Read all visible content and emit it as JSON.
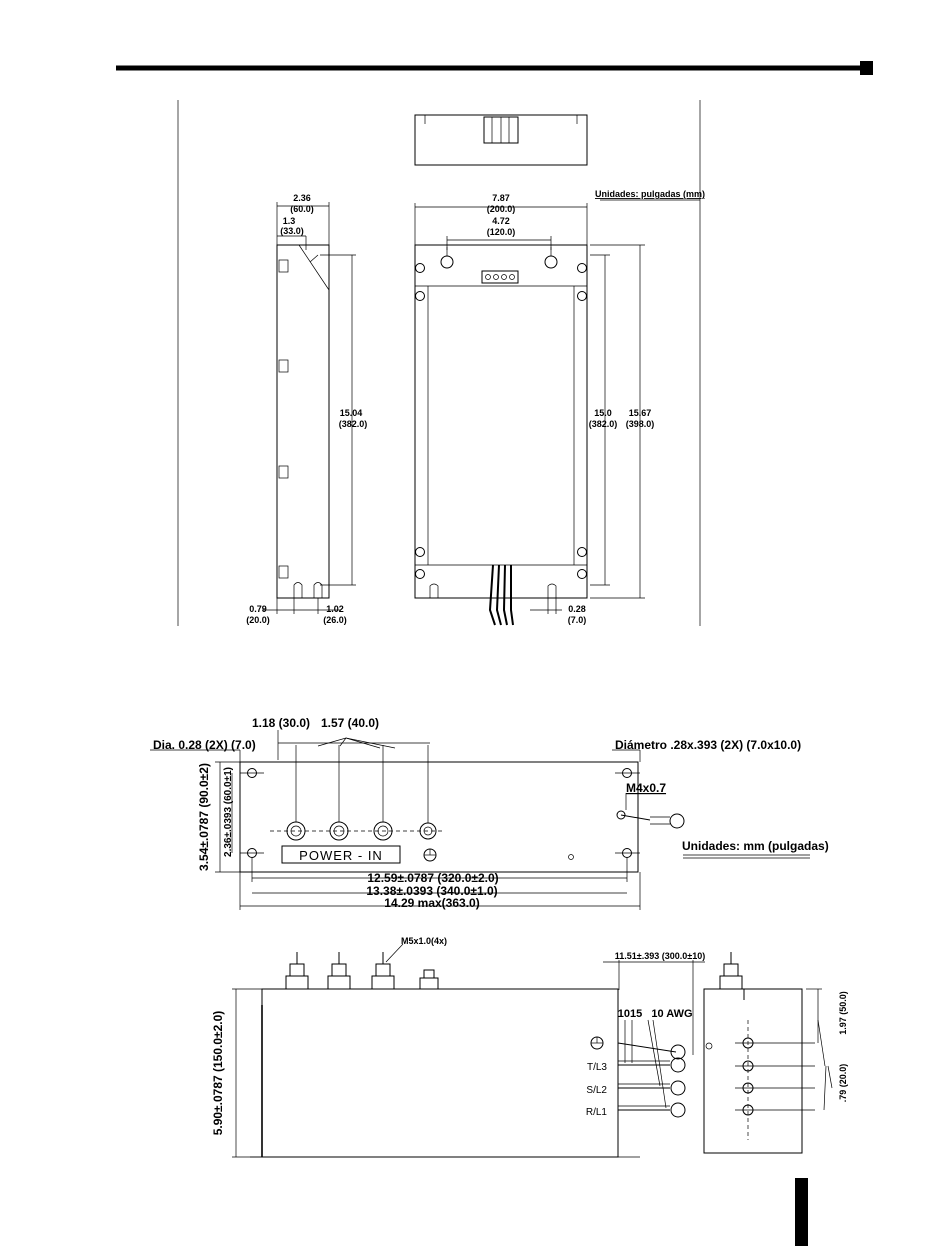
{
  "drawing1": {
    "units_note": "Unidades: pulgadas (mm)",
    "side_width": {
      "in": "2.36",
      "mm": "(60.0)"
    },
    "side_offset": {
      "in": "1.3",
      "mm": "(33.0)"
    },
    "side_height": {
      "in": "15.04",
      "mm": "(382.0)"
    },
    "side_bottom_left": {
      "in": "0.79",
      "mm": "(20.0)"
    },
    "side_bottom_right": {
      "in": "1.02",
      "mm": "(26.0)"
    },
    "front_width": {
      "in": "7.87",
      "mm": "(200.0)"
    },
    "front_hole_spacing": {
      "in": "4.72",
      "mm": "(120.0)"
    },
    "front_height_inner": {
      "in": "15.0",
      "mm": "(382.0)"
    },
    "front_height_outer": {
      "in": "15.67",
      "mm": "(398.0)"
    },
    "front_bottom_right": {
      "in": "0.28",
      "mm": "(7.0)"
    }
  },
  "drawing2": {
    "pitch_a": "1.18 (30.0)",
    "pitch_b": "1.57 (40.0)",
    "dia_left": "Dia. 0.28 (2X) (7.0)",
    "dia_right": "Diámetro .28x.393 (2X) (7.0x10.0)",
    "stud_thread": "M4x0.7",
    "units_note": "Unidades: mm (pulgadas)",
    "height_outer": "3.54±.0787 (90.0±2)",
    "height_inner": "2.36±.0393 (60.0±1)",
    "power_label": "POWER - IN",
    "width_1": "12.59±.0787 (320.0±2.0)",
    "width_2": "13.38±.0393 (340.0±1.0)",
    "width_3": "14.29 max(363.0)"
  },
  "drawing3": {
    "stud_thread": "M5x1.0(4x)",
    "cable_length": "11.51±.393 (300.0±10)",
    "cable_a": "1015",
    "cable_b": "10 AWG",
    "terminals": [
      "T/L3",
      "S/L2",
      "R/L1"
    ],
    "height": "5.90±.0787 (150.0±2.0)",
    "side_top": "1.97 (50.0)",
    "side_pitch": ".79 (20.0)"
  }
}
